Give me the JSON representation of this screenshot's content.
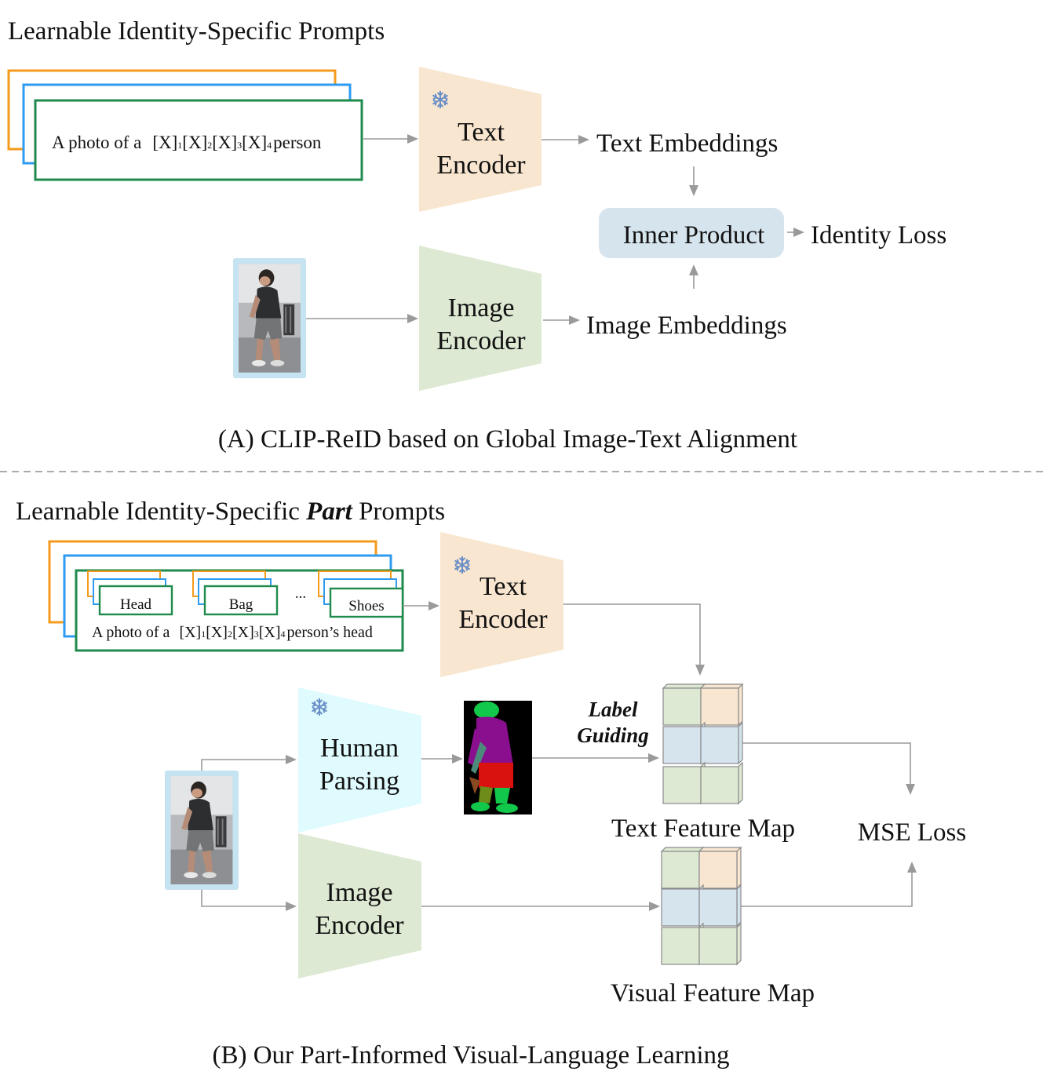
{
  "colors": {
    "text_encoder": "#f9e6d0",
    "image_encoder": "#dde9d2",
    "human_parsing": "#dffbfe",
    "inner_product": "#d6e4ee",
    "prompt_orange": "#f49b1c",
    "prompt_blue": "#2f9bf0",
    "prompt_green": "#1f8a4c",
    "cell_green": "#dde9d2",
    "cell_orange": "#f9e6d0",
    "cell_blue": "#d6e4ee",
    "arrow": "#9a9a9a"
  },
  "panel_a": {
    "title": "Learnable Identity-Specific Prompts",
    "prompt": {
      "prefix": "A photo of a",
      "token": "[X]",
      "subs": [
        "1",
        "2",
        "3",
        "4"
      ],
      "suffix": "person"
    },
    "text_encoder": {
      "line1": "Text",
      "line2": "Encoder",
      "icon": "snowflake-icon"
    },
    "image_encoder": {
      "line1": "Image",
      "line2": "Encoder"
    },
    "text_embeddings": "Text Embeddings",
    "image_embeddings": "Image Embeddings",
    "inner_product": "Inner Product",
    "identity_loss": "Identity Loss",
    "caption": "(A) CLIP-ReID based on Global Image-Text Alignment"
  },
  "panel_b": {
    "title_pre": "Learnable Identity-Specific ",
    "title_emph": "Part",
    "title_post": " Prompts",
    "part_tags": {
      "head": "Head",
      "bag": "Bag",
      "shoes": "Shoes",
      "ellipsis": "..."
    },
    "prompt": {
      "prefix": "A photo of a",
      "token": "[X]",
      "subs": [
        "1",
        "2",
        "3",
        "4"
      ],
      "suffix": "person’s head"
    },
    "text_encoder": {
      "line1": "Text",
      "line2": "Encoder",
      "icon": "snowflake-icon"
    },
    "human_parsing": {
      "line1": "Human",
      "line2": "Parsing",
      "icon": "snowflake-icon"
    },
    "image_encoder": {
      "line1": "Image",
      "line2": "Encoder"
    },
    "label_guiding": {
      "line1": "Label",
      "line2": "Guiding"
    },
    "text_feature_map": "Text Feature Map",
    "visual_feature_map": "Visual Feature Map",
    "mse_loss": "MSE Loss",
    "caption": "(B) Our Part-Informed Visual-Language Learning"
  }
}
